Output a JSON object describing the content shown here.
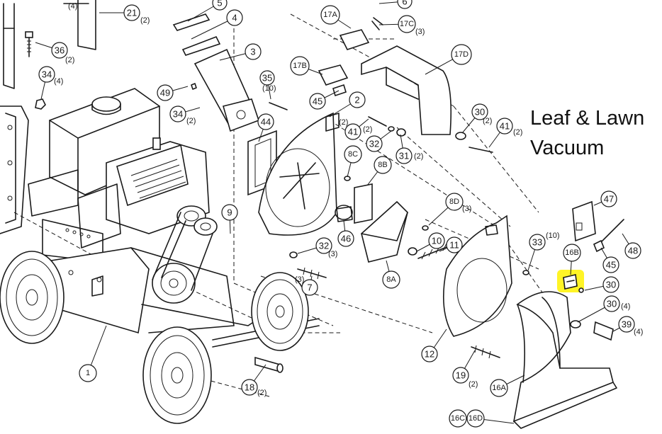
{
  "title": {
    "line1": "Leaf & Lawn",
    "line2": "Vacuum"
  },
  "highlight_color": "#fff200",
  "callouts": [
    {
      "id": "c-5",
      "label": "5",
      "qty": ""
    },
    {
      "id": "c-6",
      "label": "6",
      "qty": ""
    },
    {
      "id": "c-21",
      "label": "21",
      "qty": "(2)"
    },
    {
      "id": "c-4",
      "label": "4",
      "qty": ""
    },
    {
      "id": "c-4top",
      "label": "",
      "qty": "(4)"
    },
    {
      "id": "c-17a",
      "label": "17A",
      "qty": ""
    },
    {
      "id": "c-17c",
      "label": "17C",
      "qty": "(3)"
    },
    {
      "id": "c-36",
      "label": "36",
      "qty": "(2)"
    },
    {
      "id": "c-3",
      "label": "3",
      "qty": ""
    },
    {
      "id": "c-17d",
      "label": "17D",
      "qty": ""
    },
    {
      "id": "c-34a",
      "label": "34",
      "qty": "(4)"
    },
    {
      "id": "c-17b",
      "label": "17B",
      "qty": ""
    },
    {
      "id": "c-35",
      "label": "35",
      "qty": "(10)"
    },
    {
      "id": "c-49",
      "label": "49",
      "qty": ""
    },
    {
      "id": "c-45a",
      "label": "45",
      "qty": ""
    },
    {
      "id": "c-2",
      "label": "2",
      "qty": "(2)"
    },
    {
      "id": "c-34b",
      "label": "34",
      "qty": "(2)"
    },
    {
      "id": "c-30a",
      "label": "30",
      "qty": "(2)"
    },
    {
      "id": "c-41a",
      "label": "41",
      "qty": "(2)"
    },
    {
      "id": "c-41b",
      "label": "41",
      "qty": "(2)"
    },
    {
      "id": "c-44",
      "label": "44",
      "qty": ""
    },
    {
      "id": "c-32a",
      "label": "32",
      "qty": ""
    },
    {
      "id": "c-31",
      "label": "31",
      "qty": "(2)"
    },
    {
      "id": "c-8c",
      "label": "8C",
      "qty": ""
    },
    {
      "id": "c-8b",
      "label": "8B",
      "qty": ""
    },
    {
      "id": "c-47",
      "label": "47",
      "qty": ""
    },
    {
      "id": "c-9",
      "label": "9",
      "qty": ""
    },
    {
      "id": "c-8d",
      "label": "8D",
      "qty": "(3)"
    },
    {
      "id": "c-46",
      "label": "46",
      "qty": ""
    },
    {
      "id": "c-10",
      "label": "10",
      "qty": ""
    },
    {
      "id": "c-33",
      "label": "33",
      "qty": "(10)"
    },
    {
      "id": "c-48",
      "label": "48",
      "qty": ""
    },
    {
      "id": "c-32b",
      "label": "32",
      "qty": "(3)"
    },
    {
      "id": "c-11",
      "label": "11",
      "qty": ""
    },
    {
      "id": "c-16b",
      "label": "16B",
      "qty": ""
    },
    {
      "id": "c-45b",
      "label": "45",
      "qty": ""
    },
    {
      "id": "c-7",
      "label": "7",
      "qty": "(3)"
    },
    {
      "id": "c-8a",
      "label": "8A",
      "qty": ""
    },
    {
      "id": "c-30b",
      "label": "30",
      "qty": ""
    },
    {
      "id": "c-30c",
      "label": "30",
      "qty": "(4)"
    },
    {
      "id": "c-39",
      "label": "39",
      "qty": "(4)"
    },
    {
      "id": "c-1",
      "label": "1",
      "qty": ""
    },
    {
      "id": "c-12",
      "label": "12",
      "qty": ""
    },
    {
      "id": "c-19",
      "label": "19",
      "qty": "(2)"
    },
    {
      "id": "c-18",
      "label": "18",
      "qty": "(2)"
    },
    {
      "id": "c-16a",
      "label": "16A",
      "qty": ""
    },
    {
      "id": "c-16c",
      "label": "16C",
      "qty": ""
    },
    {
      "id": "c-16d",
      "label": "16D",
      "qty": ""
    }
  ]
}
